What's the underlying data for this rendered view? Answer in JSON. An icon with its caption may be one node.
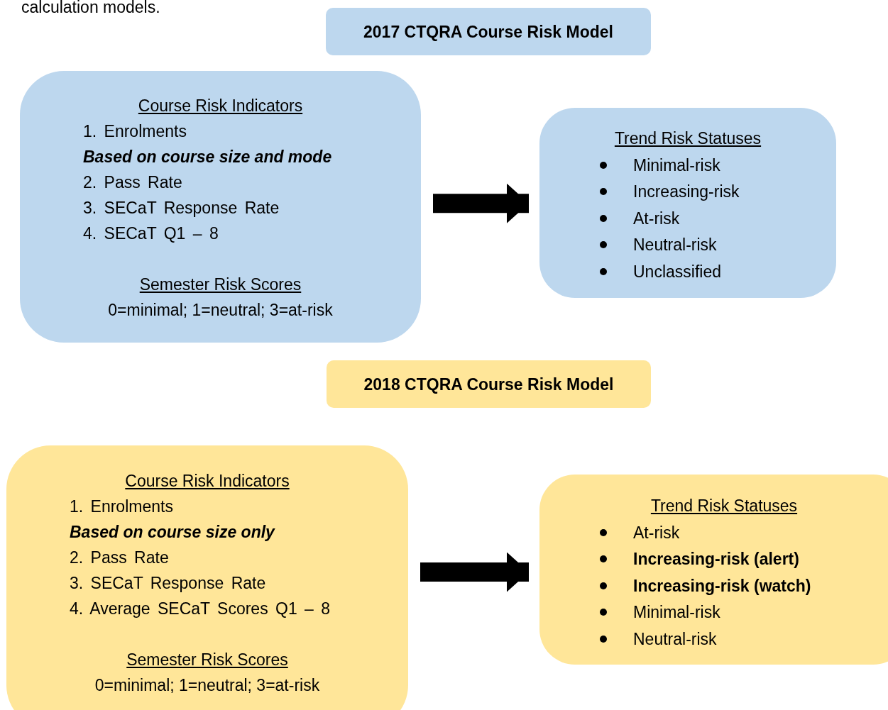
{
  "diagram": {
    "nodes": [
      {
        "text": [
          "2017 CTQRA Course Risk Model"
        ]
      },
      {
        "text": [
          "Course Risk Indicators",
          "1. Enrolments",
          "Based on course size and mode",
          "2. Pass Rate",
          "3. SECaT Response Rate",
          "4. SECaT Q1 – 8",
          "Semester Risk Scores",
          "0=minimal; 1=neutral; 3=at-risk"
        ]
      },
      {
        "text": [
          "Trend Risk Statuses",
          "Minimal-risk",
          "Increasing-risk",
          "At-risk",
          "Neutral-risk",
          "Unclassified"
        ]
      },
      {
        "text": [
          "2018 CTQRA Course Risk Model"
        ]
      },
      {
        "text": [
          "Course Risk Indicators",
          "1. Enrolments",
          "Based on course size only",
          "2. Pass Rate",
          "3. SECaT Response Rate",
          "4. Average SECaT Scores Q1 – 8",
          "Semester Risk Scores",
          "0=minimal; 1=neutral; 3=at-risk"
        ]
      },
      {
        "text": [
          "Trend Risk Statuses",
          "At-risk",
          "Increasing-risk (alert)",
          "Increasing-risk (watch)",
          "Minimal-risk",
          "Neutral-risk"
        ]
      }
    ],
    "edges": [
      {
        "from": 1,
        "to": 2,
        "arrow": "to"
      },
      {
        "from": 4,
        "to": 5,
        "arrow": "to"
      }
    ],
    "labels": [
      "calculation models."
    ]
  }
}
